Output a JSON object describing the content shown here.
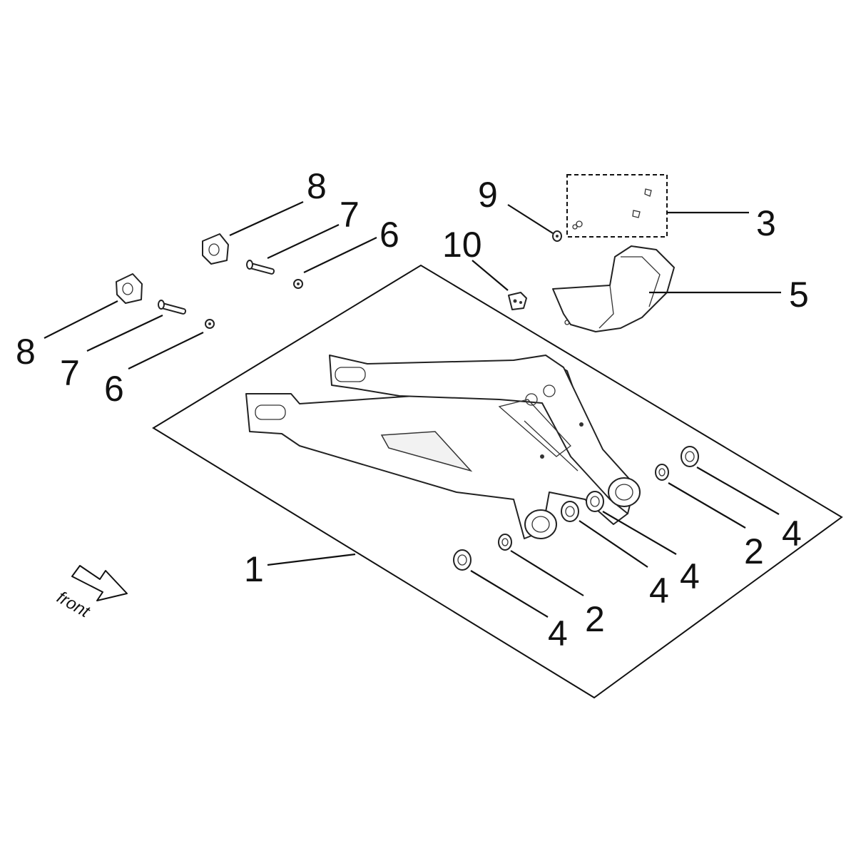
{
  "diagram": {
    "callouts": [
      {
        "id": "c1",
        "label": "1"
      },
      {
        "id": "c2a",
        "label": "2"
      },
      {
        "id": "c2b",
        "label": "2"
      },
      {
        "id": "c3",
        "label": "3"
      },
      {
        "id": "c4a",
        "label": "4"
      },
      {
        "id": "c4b",
        "label": "4"
      },
      {
        "id": "c4c",
        "label": "4"
      },
      {
        "id": "c4d",
        "label": "4"
      },
      {
        "id": "c5",
        "label": "5"
      },
      {
        "id": "c6a",
        "label": "6"
      },
      {
        "id": "c6b",
        "label": "6"
      },
      {
        "id": "c7a",
        "label": "7"
      },
      {
        "id": "c7b",
        "label": "7"
      },
      {
        "id": "c8a",
        "label": "8"
      },
      {
        "id": "c8b",
        "label": "8"
      },
      {
        "id": "c9",
        "label": "9"
      },
      {
        "id": "c10",
        "label": "10"
      }
    ],
    "direction_label": "front"
  }
}
